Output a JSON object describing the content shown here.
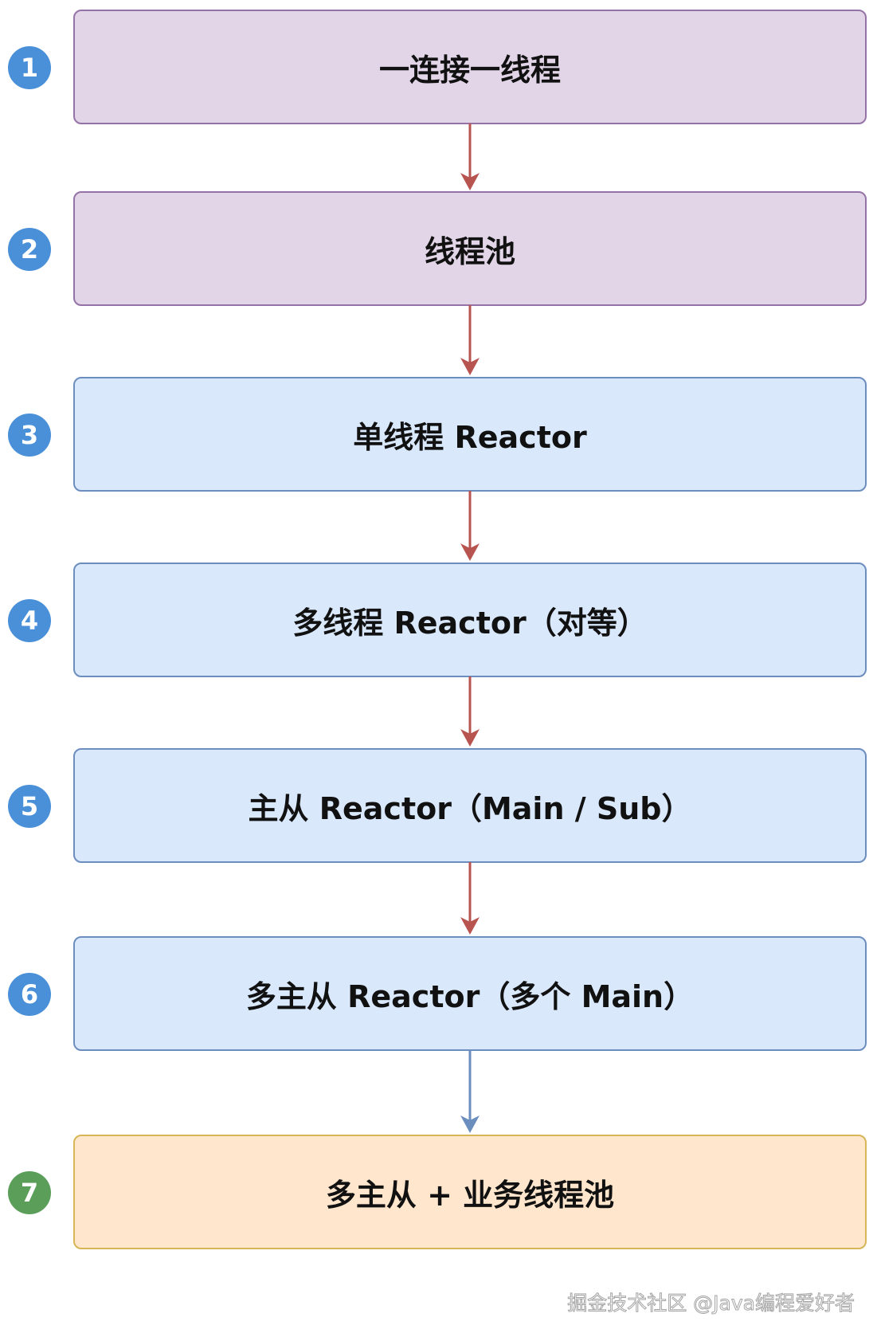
{
  "steps": [
    {
      "number": "1",
      "label": "一连接一线程"
    },
    {
      "number": "2",
      "label": "线程池"
    },
    {
      "number": "3",
      "label": "单线程 Reactor"
    },
    {
      "number": "4",
      "label": "多线程 Reactor（对等）"
    },
    {
      "number": "5",
      "label": "主从 Reactor（Main / Sub）"
    },
    {
      "number": "6",
      "label": "多主从 Reactor（多个 Main）"
    },
    {
      "number": "7",
      "label": "多主从 + 业务线程池"
    }
  ],
  "watermark": "掘金技术社区 @Java编程爱好者",
  "colors": {
    "purple_fill": "#e1d5e7",
    "purple_border": "#9673a6",
    "blue_fill": "#dae8fc",
    "blue_border": "#6c8ebf",
    "orange_fill": "#ffe6cc",
    "orange_border": "#d6b656",
    "badge_blue": "#4a90d9",
    "badge_green": "#5a9e5a",
    "arrow_red": "#b85450",
    "arrow_blue": "#6c8ebf"
  }
}
